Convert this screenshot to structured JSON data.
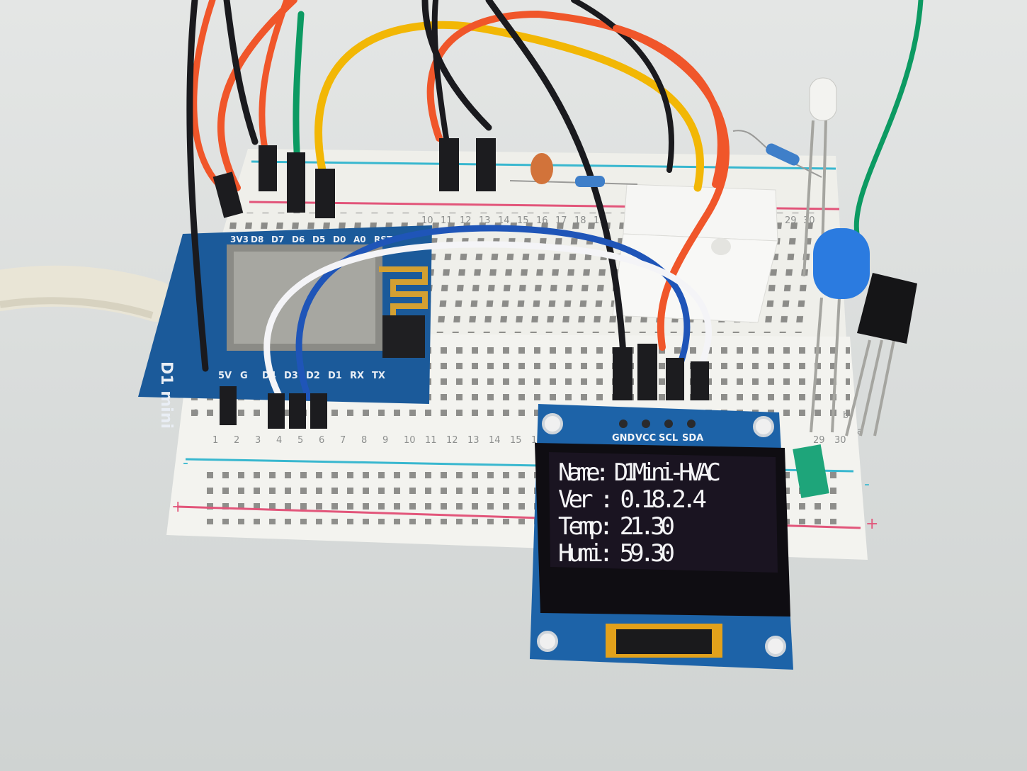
{
  "wemos": {
    "top_pins": [
      "3V3",
      "D8",
      "D7",
      "D6",
      "D5",
      "D0",
      "A0",
      "RST"
    ],
    "bottom_pins": [
      "5V",
      "G",
      "D4",
      "D3",
      "D2",
      "D1",
      "RX",
      "TX"
    ],
    "board_label": "D1 mini"
  },
  "breadboard": {
    "col_numbers_bottom": [
      "1",
      "2",
      "3",
      "4",
      "5",
      "6",
      "7",
      "8",
      "9",
      "10",
      "11",
      "12",
      "13",
      "14",
      "15",
      "16",
      "29",
      "30"
    ],
    "col_numbers_top": [
      "10",
      "11",
      "12",
      "13",
      "14",
      "15",
      "16",
      "17",
      "18",
      "19",
      "29",
      "30"
    ],
    "row_letters": [
      "a",
      "b"
    ],
    "rail_minus": "-",
    "rail_plus": "+"
  },
  "oled": {
    "pins": [
      "GND",
      "VCC",
      "SCL",
      "SDA"
    ],
    "lines": [
      "Name: D1Mini-HVAC",
      "Ver : 0.18.2.4",
      "Temp: 21.30",
      "Humi: 59.30"
    ]
  },
  "colors": {
    "background": "#d9dcdb",
    "breadboard": "#f1f1ee",
    "pcb_blue": "#1b5a9a",
    "oled_screen": "#1a1421",
    "wire_red": "#f0562a",
    "wire_black": "#1a1a1e",
    "wire_yellow": "#f2b705",
    "wire_green": "#0c9a62",
    "wire_blue": "#1f55b8",
    "wire_white": "#f4f4f7",
    "rail_red": "#e2557a",
    "rail_blue": "#38b7cf"
  }
}
